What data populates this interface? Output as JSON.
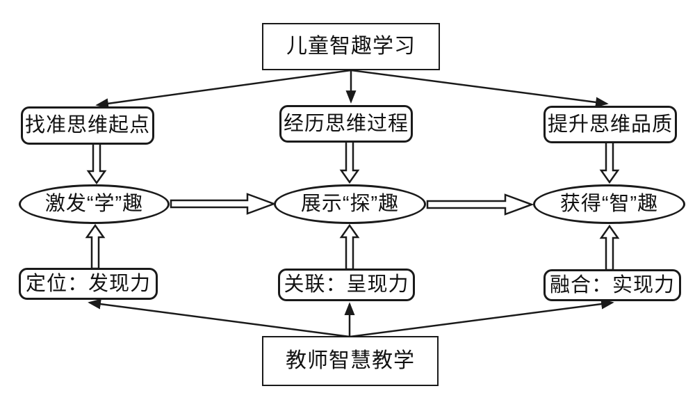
{
  "diagram": {
    "title_hint": "儿童智趣学习与教师智慧教学关系图",
    "top_box": {
      "label": "儿童智趣学习"
    },
    "middle_row": [
      {
        "label": "找准思维起点"
      },
      {
        "label": "经历思维过程"
      },
      {
        "label": "提升思维品质"
      }
    ],
    "ellipse_row": [
      {
        "label": "激发“学”趣"
      },
      {
        "label": "展示“探”趣"
      },
      {
        "label": "获得“智”趣"
      }
    ],
    "lower_row": [
      {
        "label": "定位：发现力"
      },
      {
        "label": "关联：呈现力"
      },
      {
        "label": "融合：实现力"
      }
    ],
    "bottom_box": {
      "label": "教师智慧教学"
    },
    "colors": {
      "stroke": "#1a1a1a",
      "background": "#ffffff",
      "text": "#111111"
    }
  }
}
